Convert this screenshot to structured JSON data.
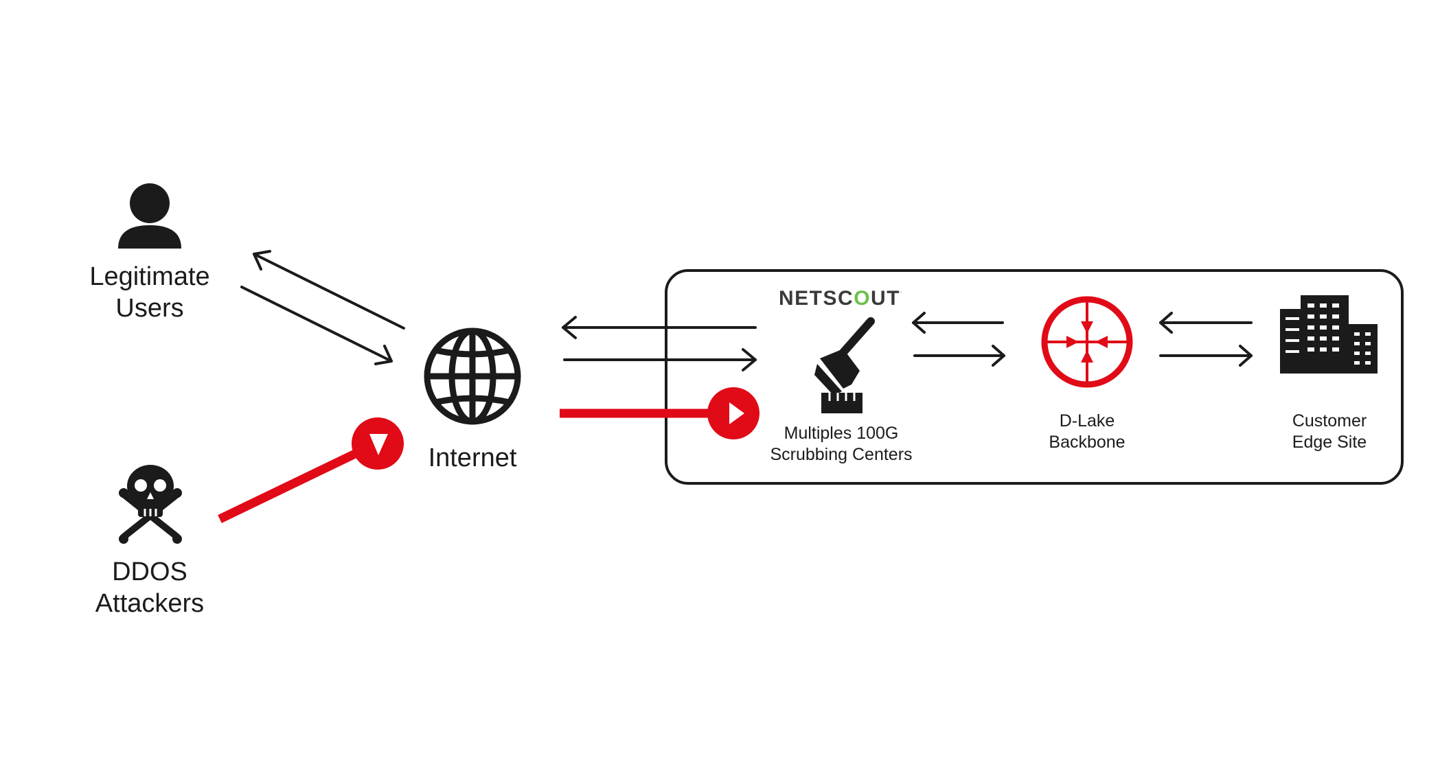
{
  "nodes": {
    "users": {
      "line1": "Legitimate",
      "line2": "Users"
    },
    "attackers": {
      "line1": "DDOS",
      "line2": "Attackers"
    },
    "internet": {
      "label": "Internet"
    },
    "scrubbing": {
      "line1": "Multiples 100G",
      "line2": "Scrubbing Centers"
    },
    "backbone": {
      "line1": "D-Lake",
      "line2": "Backbone"
    },
    "customer": {
      "line1": "Customer",
      "line2": "Edge Site"
    }
  },
  "logo": {
    "part1": "NETSC",
    "part2": "O",
    "part3": "UT",
    "mark": "."
  },
  "colors": {
    "attack": "#e10a17",
    "accent_green": "#6cc04a",
    "ink": "#1b1b1b"
  }
}
